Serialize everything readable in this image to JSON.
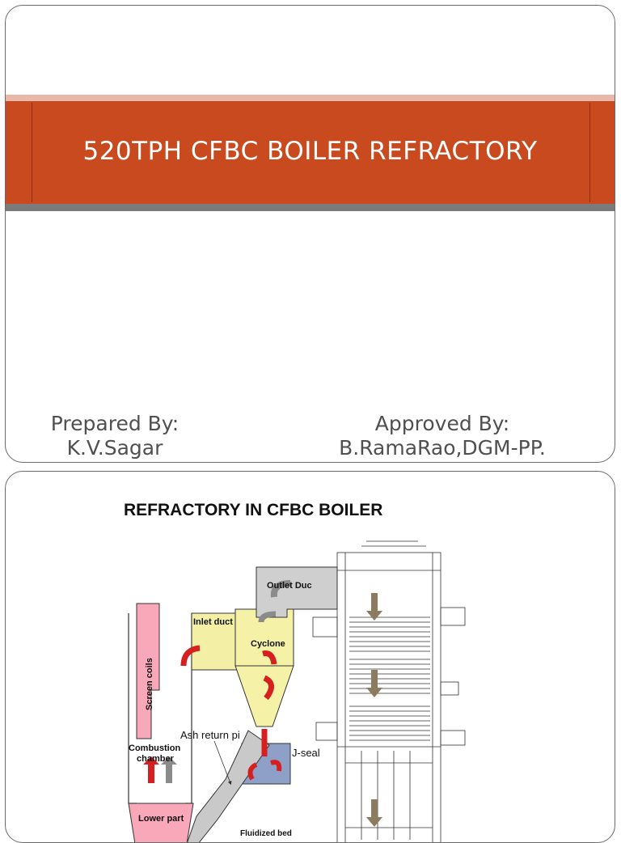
{
  "slide1": {
    "title": "520TPH CFBC BOILER REFRACTORY",
    "prepared_label": "Prepared By:",
    "prepared_name": "K.V.Sagar",
    "approved_label": "Approved By:",
    "approved_name": "B.RamaRao,DGM-PP."
  },
  "slide2": {
    "title": "REFRACTORY IN CFBC BOILER",
    "labels": {
      "outlet_duct": "Outlet Duc",
      "inlet_duct": "Inlet duct",
      "cyclone": "Cyclone",
      "screen_coils": "Screen coils",
      "ash_return": "Ash return pi",
      "j_seal": "J-seal",
      "combustion_chamber_1": "Combustion",
      "combustion_chamber_2": "chamber",
      "lower_part": "Lower part",
      "fluidized_bed": "Fluidized bed"
    }
  },
  "colors": {
    "band_red": "#c94a1e",
    "band_gray": "#7b7b7b",
    "screen_pink": "#f8a8b8",
    "cyclone_yellow": "#f5f2a8",
    "arrow_red": "#d61f1f",
    "arrow_gray": "#8b8b8b"
  }
}
